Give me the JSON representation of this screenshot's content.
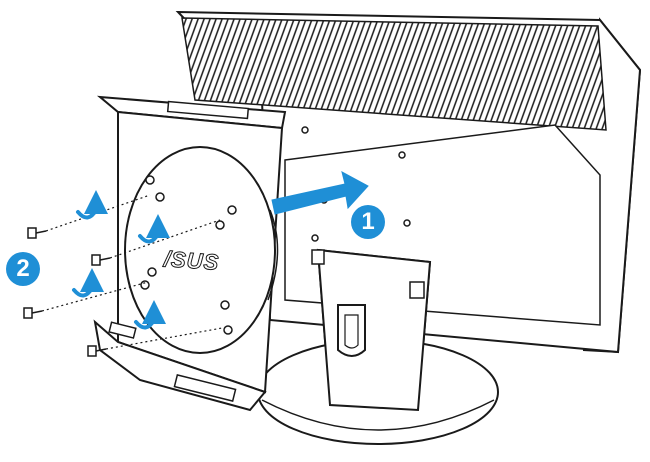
{
  "logo": {
    "text": "/SUS"
  },
  "steps": [
    {
      "label": "1"
    },
    {
      "label": "2"
    }
  ],
  "colors": {
    "accent": "#1f8fd6",
    "outline": "#1a1a1a",
    "surface": "#ffffff",
    "shade": "#e8e8e8"
  }
}
